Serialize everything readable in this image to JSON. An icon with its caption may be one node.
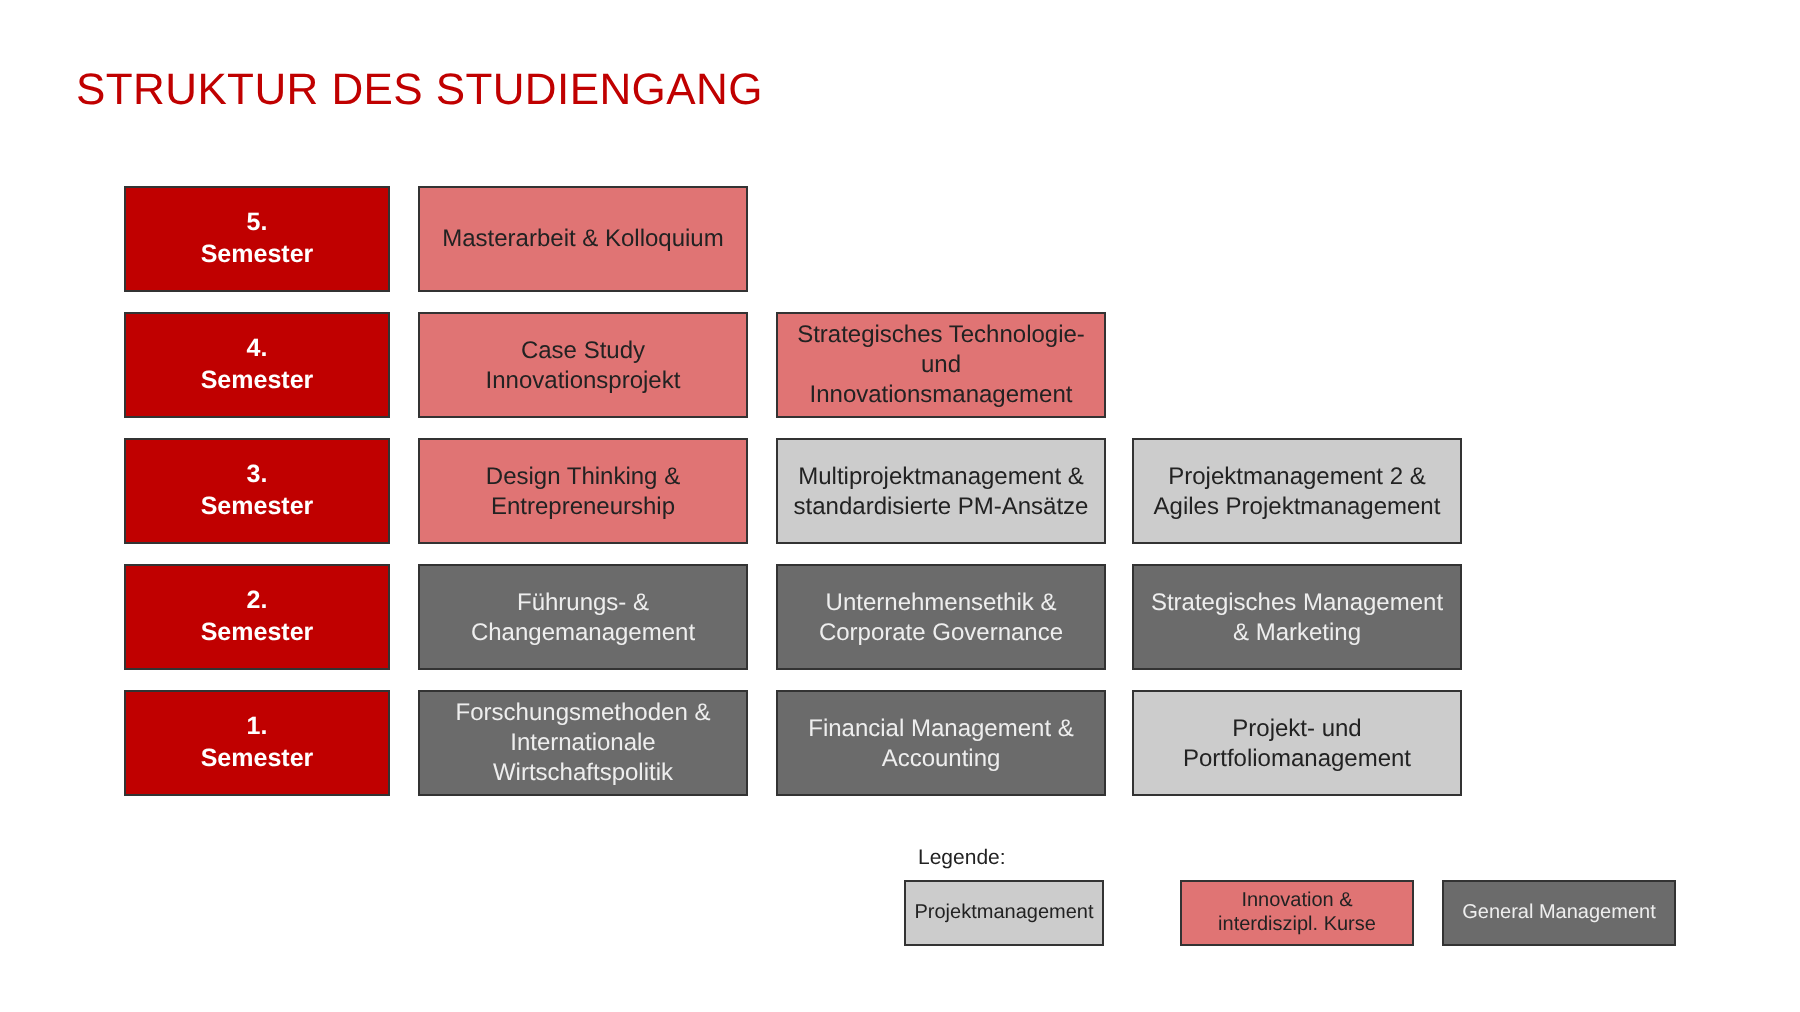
{
  "diagram": {
    "title": "STRUKTUR DES STUDIENGANG",
    "nodes": [
      {
        "text": [
          "5. Semester"
        ]
      },
      {
        "text": [
          "Masterarbeit & Kolloquium"
        ]
      },
      {
        "text": [
          "4. Semester"
        ]
      },
      {
        "text": [
          "Case Study Innovationsprojekt"
        ]
      },
      {
        "text": [
          "Strategisches Technologie- und Innovationsmanagement"
        ]
      },
      {
        "text": [
          "3. Semester"
        ]
      },
      {
        "text": [
          "Design Thinking & Entrepreneurship"
        ]
      },
      {
        "text": [
          "Multiprojektmanagement & standardisierte PM-Ansätze"
        ]
      },
      {
        "text": [
          "Projektmanagement 2 & Agiles Projektmanagement"
        ]
      },
      {
        "text": [
          "2. Semester"
        ]
      },
      {
        "text": [
          "Führungs- & Changemanagement"
        ]
      },
      {
        "text": [
          "Unternehmensethik & Corporate Governance"
        ]
      },
      {
        "text": [
          "Strategisches Management & Marketing"
        ]
      },
      {
        "text": [
          "1. Semester"
        ]
      },
      {
        "text": [
          "Forschungsmethoden & Internationale Wirtschaftspolitik"
        ]
      },
      {
        "text": [
          "Financial Management & Accounting"
        ]
      },
      {
        "text": [
          "Projekt- und Portfoliomanagement"
        ]
      }
    ],
    "labels": [
      "Legende:"
    ],
    "legend": [
      {
        "text": "Projektmanagement",
        "color": "#cccccc"
      },
      {
        "text": "Innovation & interdiszipl. Kurse",
        "color": "#e07474"
      },
      {
        "text": "General Management",
        "color": "#6b6b6b"
      }
    ]
  }
}
